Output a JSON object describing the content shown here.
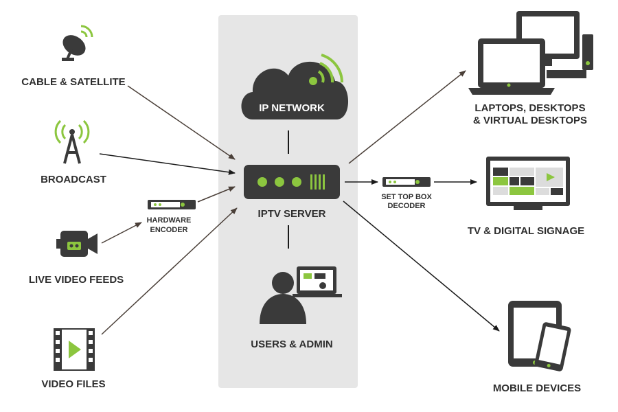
{
  "colors": {
    "accent_green": "#8cc63f",
    "icon_dark": "#3a3a3a",
    "panel_gray": "#e6e6e6",
    "arrow_brown": "#4a3f38",
    "arrow_black": "#1a1a1a"
  },
  "center": {
    "cloud_label": "IP NETWORK",
    "server_label": "IPTV SERVER",
    "users_label": "USERS & ADMIN"
  },
  "sources": [
    {
      "label": "CABLE & SATELLITE",
      "icon": "satellite-dish-icon"
    },
    {
      "label": "BROADCAST",
      "icon": "broadcast-tower-icon"
    },
    {
      "label": "LIVE VIDEO FEEDS",
      "icon": "video-camera-icon"
    },
    {
      "label": "VIDEO FILES",
      "icon": "film-strip-icon"
    }
  ],
  "encoder": {
    "line1": "HARDWARE",
    "line2": "ENCODER"
  },
  "settopbox": {
    "line1": "SET TOP BOX",
    "line2": "DECODER"
  },
  "destinations": [
    {
      "line1": "LAPTOPS, DESKTOPS",
      "line2": "& VIRTUAL DESKTOPS",
      "icon": "laptop-desktop-icon"
    },
    {
      "line1": "TV & DIGITAL SIGNAGE",
      "icon": "tv-icon"
    },
    {
      "line1": "MOBILE DEVICES",
      "icon": "mobile-devices-icon"
    }
  ]
}
